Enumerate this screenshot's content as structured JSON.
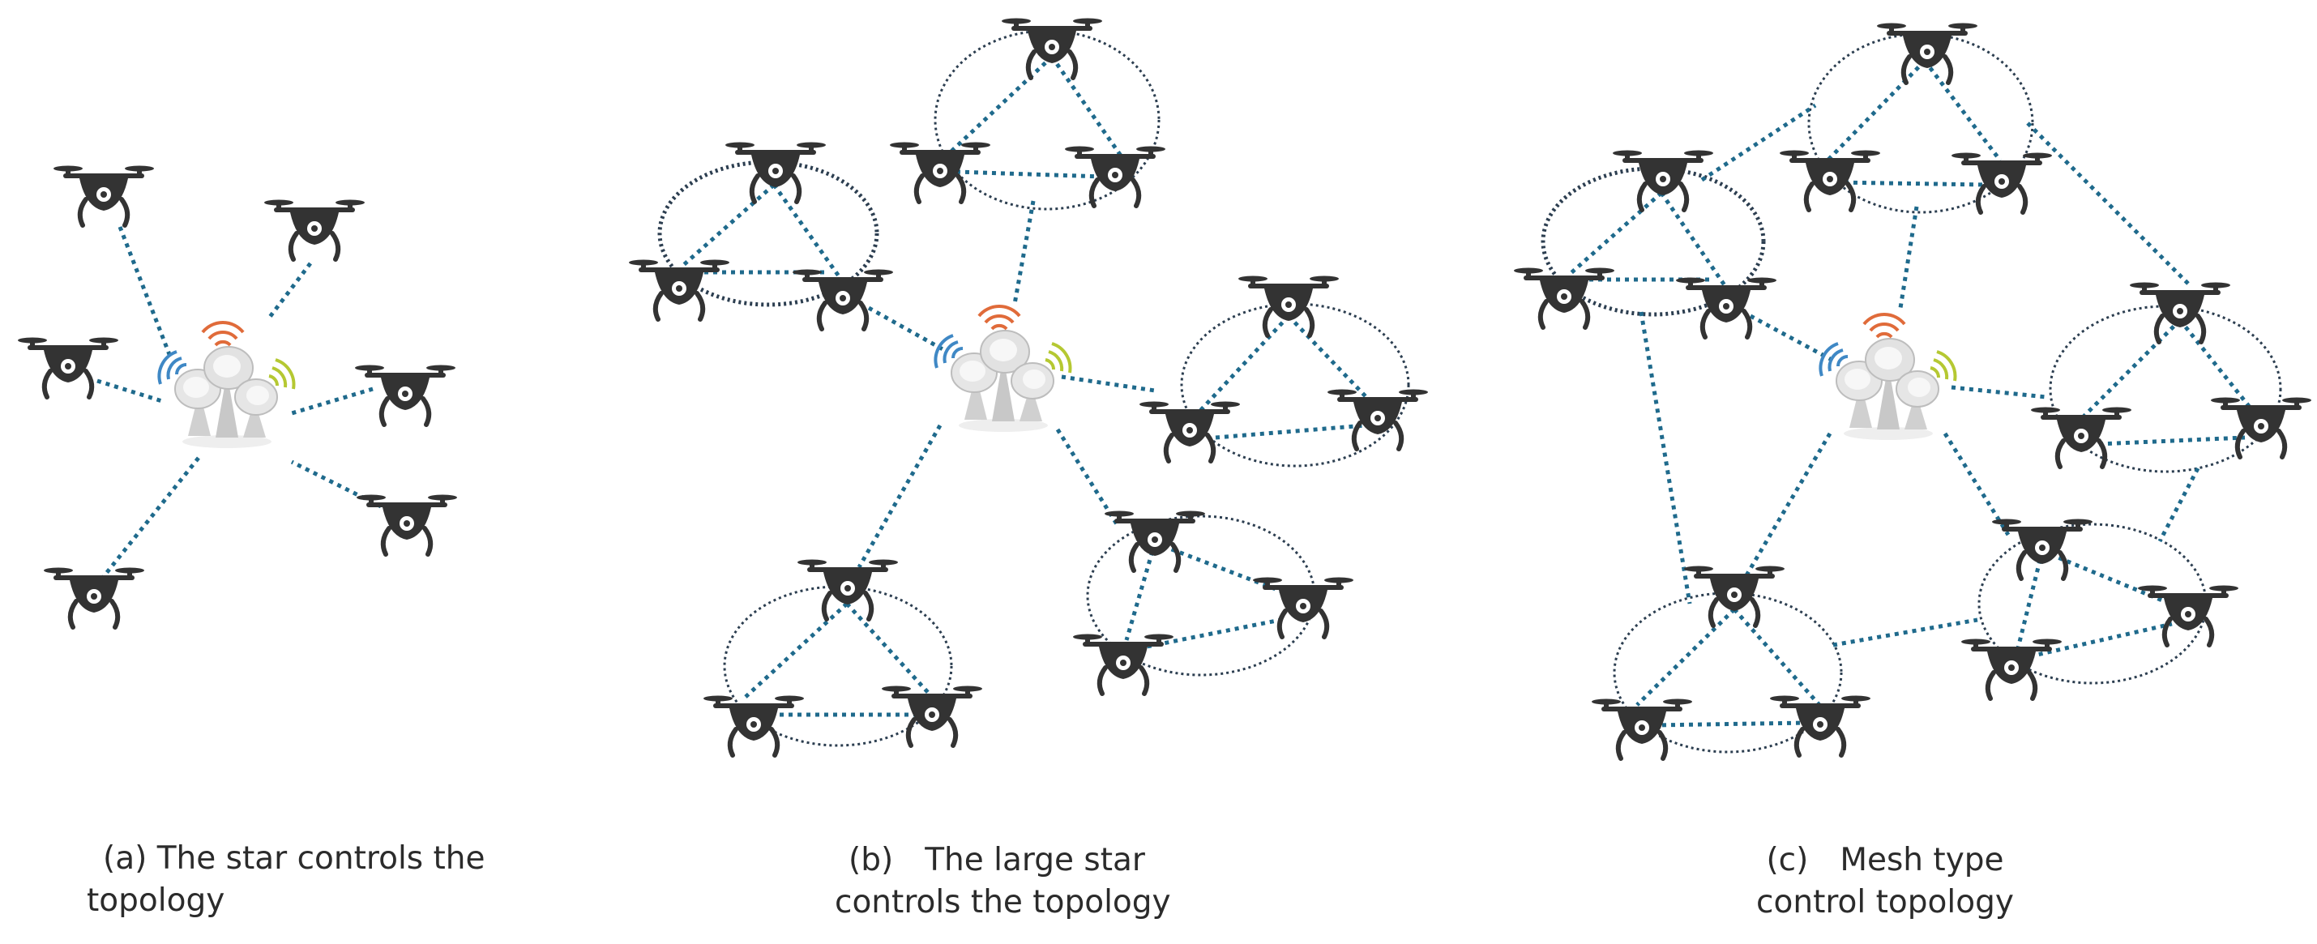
{
  "colors": {
    "link": "#1f6a8c",
    "group_ellipse": "#2c3e50",
    "drone": "#333333",
    "dish": "#d9d9d9",
    "signal_left": "#3f88c5",
    "signal_top": "#e06b3a",
    "signal_right": "#b5c832"
  },
  "icons": {
    "drone": "quadcopter-drone-icon",
    "ground_station": "satellite-dish-ground-station-icon"
  },
  "panels": [
    {
      "id": "a",
      "caption_lines": [
        "(a) The star controls the",
        "topology"
      ]
    },
    {
      "id": "b",
      "caption_lines": [
        "(b)　The large star",
        "controls the topology"
      ]
    },
    {
      "id": "c",
      "caption_lines": [
        "(c)　Mesh type",
        "control topology"
      ]
    }
  ]
}
